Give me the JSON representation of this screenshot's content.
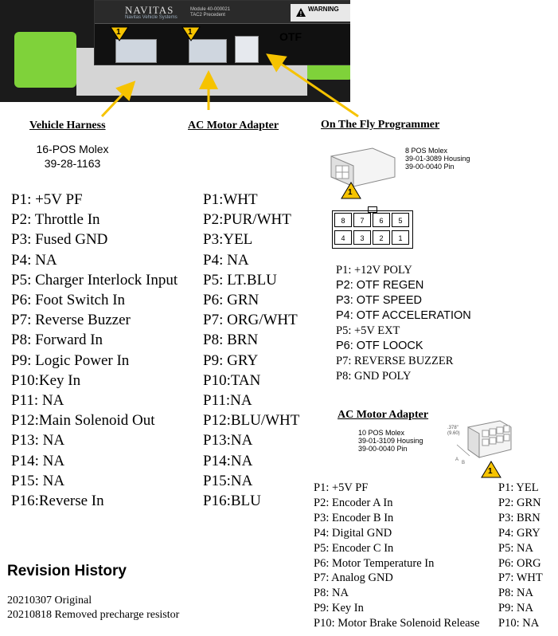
{
  "photo": {
    "brand": "NAVITAS",
    "brand_sub": "Navitas Vehicle Systems",
    "model_line1": "Module 40-000021",
    "model_line2": "TAC2 Precedent",
    "warning": "WARNING",
    "otf_label": "OTF",
    "badge_number": "1"
  },
  "headers": {
    "vehicle_harness": "Vehicle Harness",
    "ac_motor_adapter": "AC Motor Adapter",
    "otf_programmer": "On The Fly Programmer",
    "ac_motor_adapter_2": "AC Motor Adapter"
  },
  "vehicle_harness": {
    "spec_line1": "16-POS Molex",
    "spec_line2": "39-28-1163",
    "pins": [
      "P1:  +5V PF",
      "P2:  Throttle In",
      "P3:  Fused GND",
      "P4:  NA",
      "P5:  Charger Interlock Input",
      "P6:  Foot Switch In",
      "P7:  Reverse Buzzer",
      "P8:  Forward In",
      "P9:  Logic Power In",
      "P10:Key In",
      "P11: NA",
      "P12:Main Solenoid Out",
      "P13: NA",
      "P14: NA",
      "P15: NA",
      "P16:Reverse In"
    ],
    "colors": [
      "P1:WHT",
      "P2:PUR/WHT",
      "P3:YEL",
      "P4: NA",
      "P5: LT.BLU",
      "P6: GRN",
      "P7: ORG/WHT",
      "P8: BRN",
      "P9: GRY",
      "P10:TAN",
      "P11:NA",
      "P12:BLU/WHT",
      "P13:NA",
      "P14:NA",
      "P15:NA",
      "P16:BLU"
    ]
  },
  "otf": {
    "spec_line1": "8 POS Molex",
    "spec_line2": "39-01-3089 Housing",
    "spec_line3": "39-00-0040 Pin",
    "grid_top": [
      "8",
      "7",
      "6",
      "5"
    ],
    "grid_bottom": [
      "4",
      "3",
      "2",
      "1"
    ],
    "pins": [
      "P1: +12V POLY",
      "P2: OTF REGEN",
      "P3: OTF SPEED",
      "P4: OTF ACCELERATION",
      "P5: +5V EXT",
      "P6: OTF LOOCK",
      "P7: REVERSE BUZZER",
      "P8: GND POLY"
    ]
  },
  "motor_adapter": {
    "spec_line1": "10 POS Molex",
    "spec_line2": "39-01-3109 Housing",
    "spec_line3": "39-00-0040 Pin",
    "dim_label": ".378\"\n(9.60)",
    "pins": [
      "P1:  +5V PF",
      "P2:  Encoder A In",
      "P3:  Encoder B In",
      "P4:  Digital GND",
      "P5:  Encoder C In",
      "P6:  Motor Temperature In",
      "P7:  Analog GND",
      "P8:  NA",
      "P9:  Key In",
      "P10: Motor Brake Solenoid Release"
    ],
    "colors": [
      "P1:  YEL",
      "P2:  GRN",
      "P3:  BRN",
      "P4:  GRY",
      "P5:  NA",
      "P6:  ORG",
      "P7:  WHT",
      "P8:  NA",
      "P9:  NA",
      "P10: NA"
    ]
  },
  "revision": {
    "title": "Revision History",
    "entries": [
      "20210307 Original",
      "20210818 Removed precharge resistor"
    ]
  },
  "colors": {
    "badge": "#f6c300",
    "arrow": "#f6c300",
    "bracket": "#7fd23a"
  }
}
